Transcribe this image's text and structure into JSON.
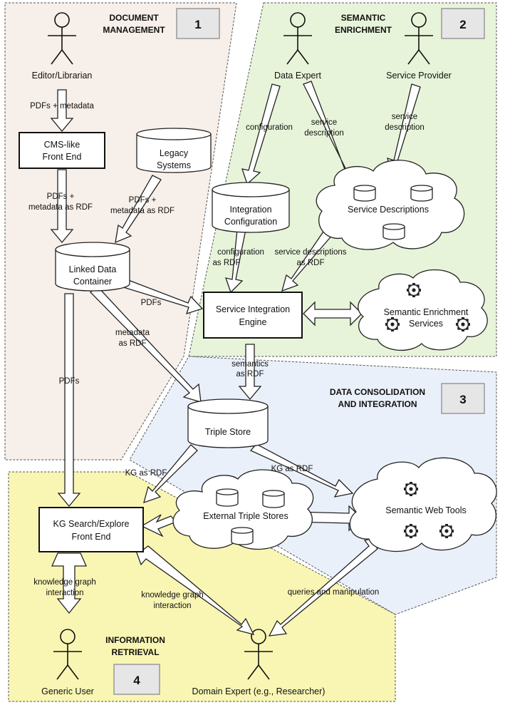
{
  "sections": [
    {
      "number": "1",
      "title": [
        "DOCUMENT",
        "MANAGEMENT"
      ],
      "color": "#f7efe9"
    },
    {
      "number": "2",
      "title": [
        "SEMANTIC",
        "ENRICHMENT"
      ],
      "color": "#e8f4d9"
    },
    {
      "number": "3",
      "title": [
        "DATA CONSOLIDATION",
        "AND INTEGRATION"
      ],
      "color": "#eaf0fa"
    },
    {
      "number": "4",
      "title": [
        "INFORMATION",
        "RETRIEVAL"
      ],
      "color": "#f9f6b4"
    }
  ],
  "actors": {
    "editor": "Editor/Librarian",
    "data_expert": "Data Expert",
    "service_provider": "Service Provider",
    "generic_user": "Generic User",
    "domain_expert": "Domain Expert (e.g., Researcher)"
  },
  "components": {
    "cms": [
      "CMS-like",
      "Front End"
    ],
    "legacy": [
      "Legacy",
      "Systems"
    ],
    "linked_data": [
      "Linked Data",
      "Container"
    ],
    "integration_config": [
      "Integration",
      "Configuration"
    ],
    "service_descriptions": "Service Descriptions",
    "service_engine": [
      "Service Integration",
      "Engine"
    ],
    "enrichment_services": [
      "Semantic Enrichment",
      "Services"
    ],
    "triple_store": "Triple Store",
    "external_stores": "External Triple Stores",
    "web_tools": "Semantic Web Tools",
    "kg_frontend": [
      "KG Search/Explore",
      "Front End"
    ]
  },
  "flows": {
    "pdfs_metadata": "PDFs + metadata",
    "cms_rdf": [
      "PDFs +",
      "metadata as RDF"
    ],
    "legacy_rdf": [
      "PDFs +",
      "metadata as RDF"
    ],
    "configuration": "configuration",
    "service_desc_expert": [
      "service",
      "description"
    ],
    "service_desc_provider": [
      "service",
      "description"
    ],
    "config_rdf": [
      "configuration",
      "as RDF"
    ],
    "descriptions_rdf": [
      "service descriptions",
      "as RDF"
    ],
    "pdfs_engine": "PDFs",
    "metadata_rdf": [
      "metadata",
      "as RDF"
    ],
    "pdfs_frontend": "PDFs",
    "semantics_rdf": [
      "semantics",
      "as RDF"
    ],
    "kg_rdf_left": "KG as RDF",
    "kg_rdf_right": "KG as RDF",
    "queries": "queries and manipulation",
    "kg_interaction_user": [
      "knowledge graph",
      "interaction"
    ],
    "kg_interaction_expert": [
      "knowledge graph",
      "interaction"
    ]
  }
}
